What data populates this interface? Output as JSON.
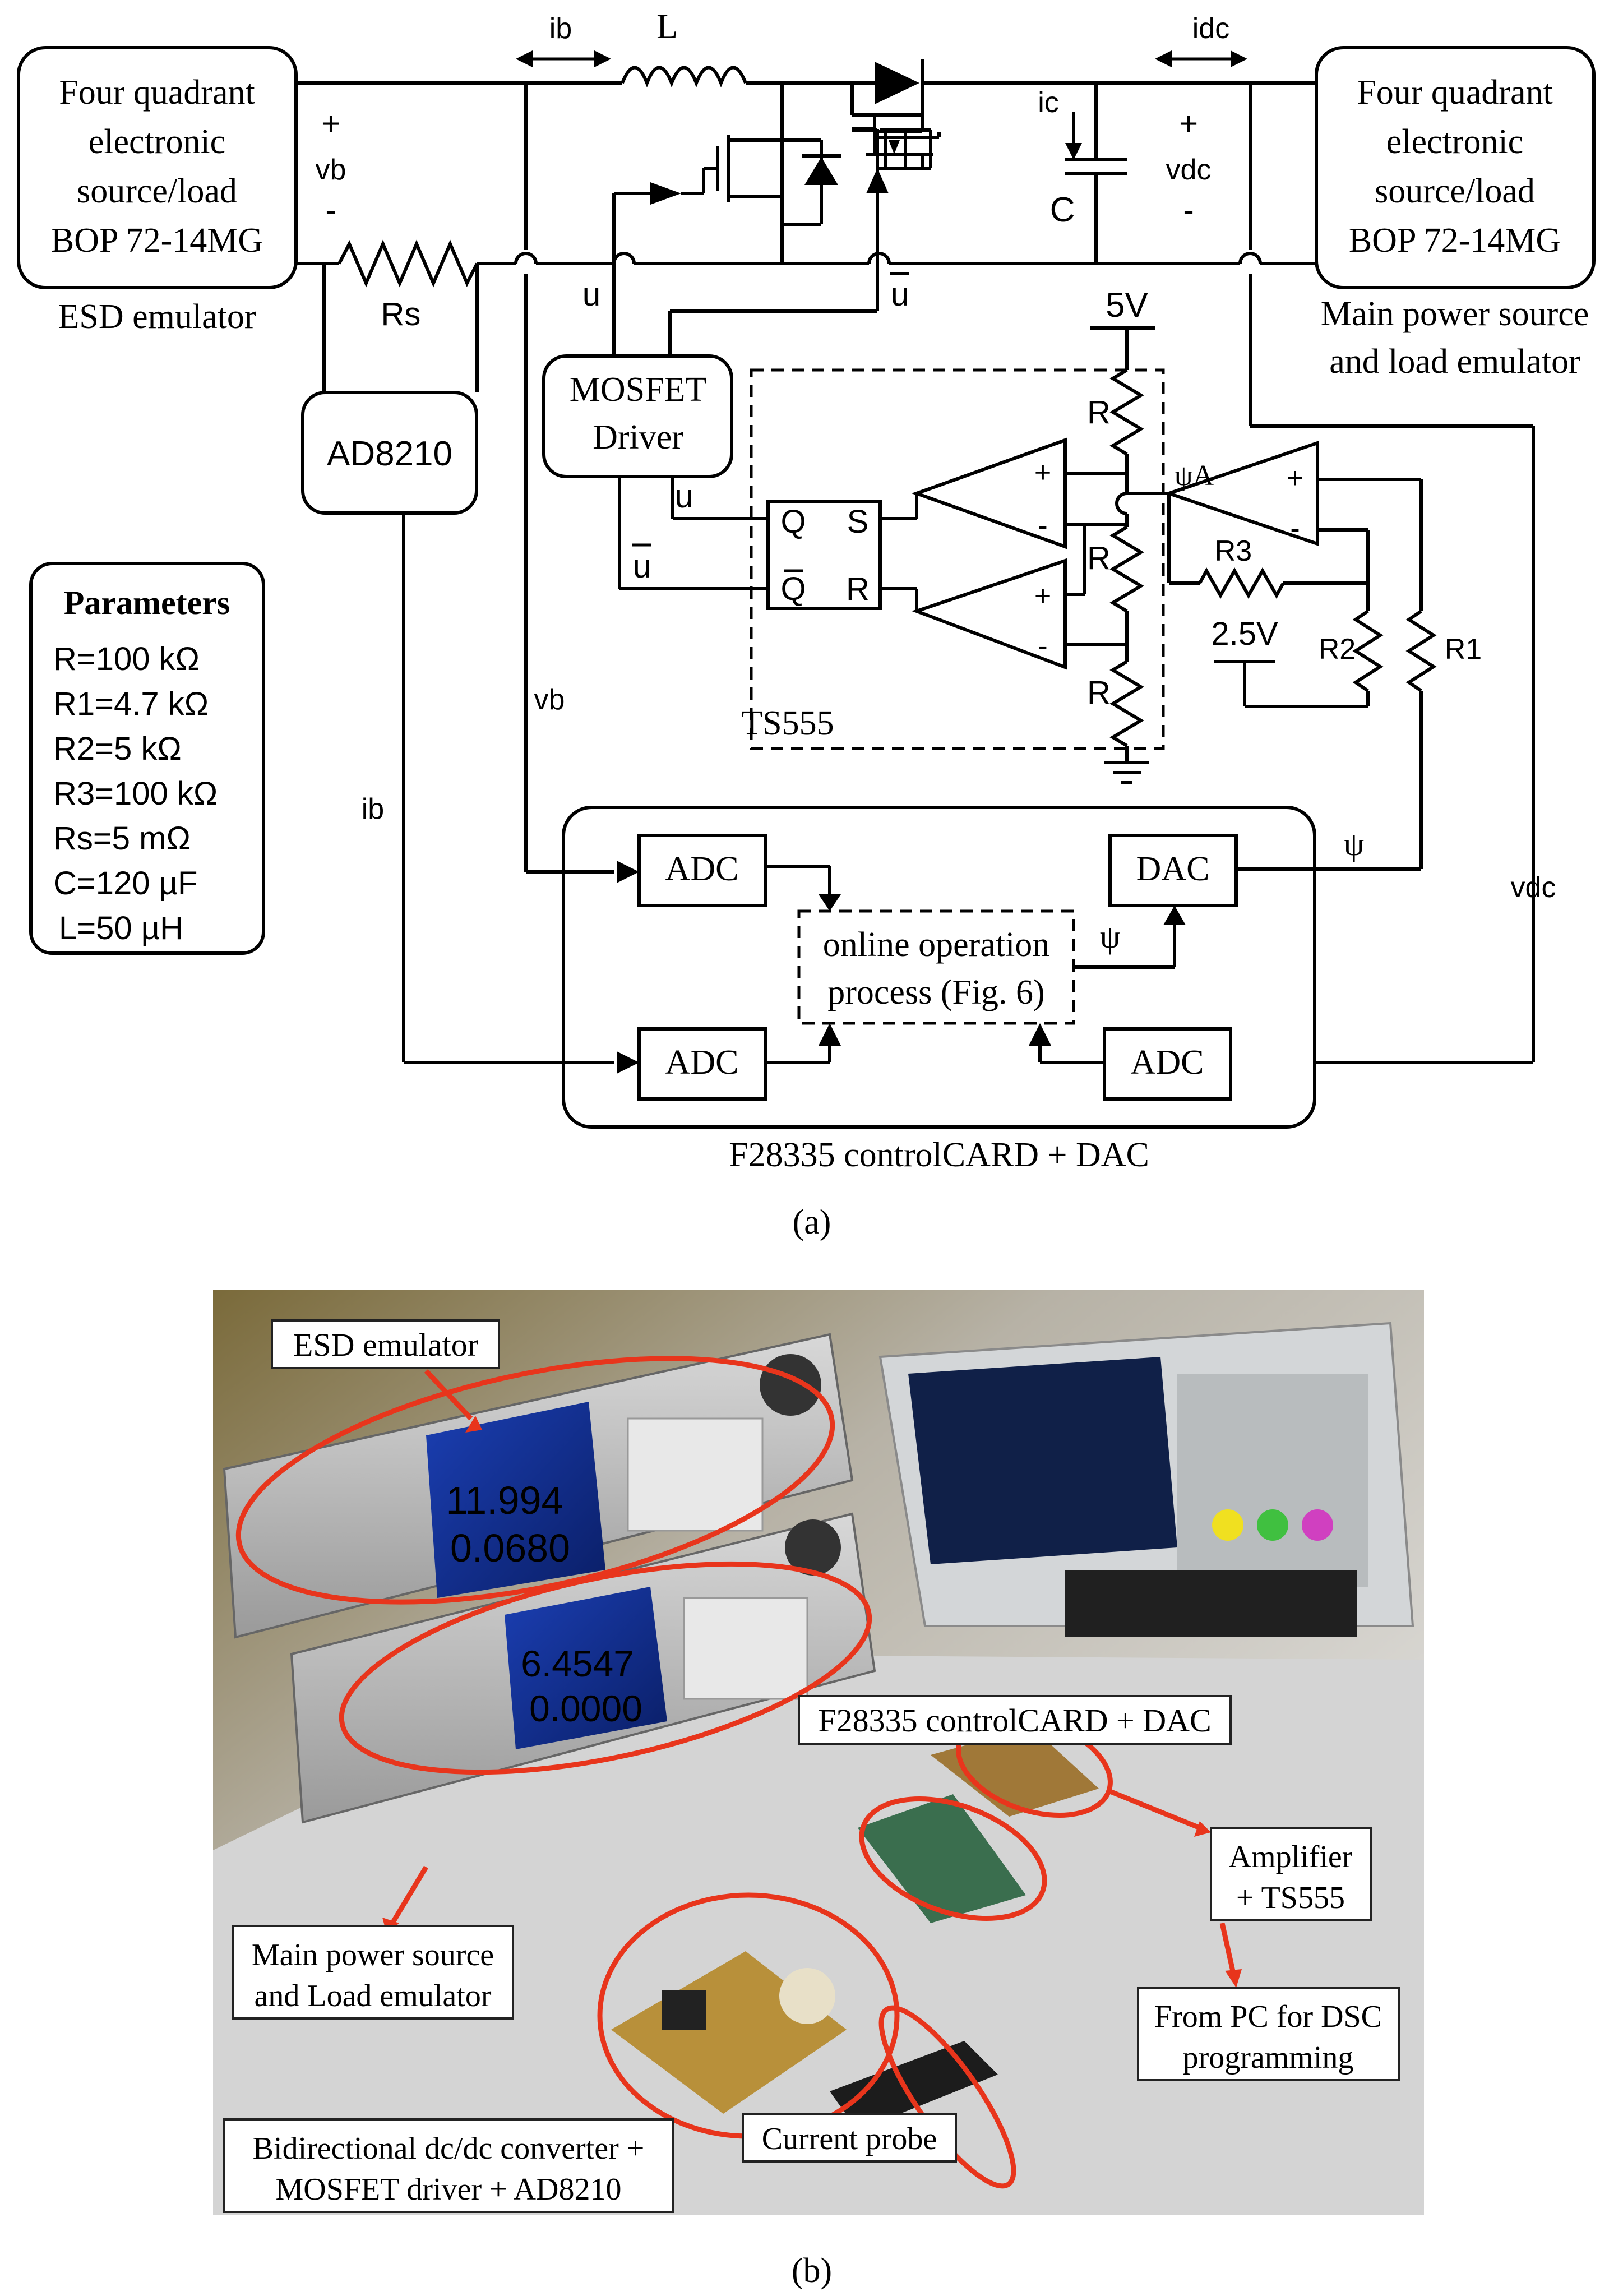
{
  "schematic": {
    "esd_block": [
      "Four quadrant",
      "electronic",
      "source/load",
      "BOP 72-14MG"
    ],
    "esd_caption": "ESD emulator",
    "main_block": [
      "Four quadrant",
      "electronic",
      "source/load",
      "BOP 72-14MG"
    ],
    "main_caption": [
      "Main power source",
      "and load emulator"
    ],
    "plus": "+",
    "minus": "-",
    "vb": "vb",
    "vdc": "vdc",
    "ib": "ib",
    "idc": "idc",
    "ic": "ic",
    "L": "L",
    "C": "C",
    "Rs": "Rs",
    "u": "u",
    "ubar": "u",
    "five_v": "5V",
    "psiA": "ψA",
    "R": "R",
    "R1": "R1",
    "R2": "R2",
    "R3": "R3",
    "two_five_v": "2.5V",
    "ad8210": "AD8210",
    "driver": [
      "MOSFET",
      "Driver"
    ],
    "ts555": "TS555",
    "ff": {
      "Q": "Q",
      "S": "S",
      "Qbar": "Q",
      "R": "R"
    },
    "parameters_title": "Parameters",
    "parameters": [
      "R=100 kΩ",
      "R1=4.7 kΩ",
      "R2=5 kΩ",
      "R3=100 kΩ",
      "Rs=5 mΩ",
      "C=120 µF",
      "L=50 µH"
    ],
    "adc": "ADC",
    "dac": "DAC",
    "psi": "ψ",
    "process": [
      "online operation",
      "process (Fig. 6)"
    ],
    "card": "F28335 controlCARD + DAC",
    "caption_a": "(a)"
  },
  "photo": {
    "labels": {
      "esd": "ESD emulator",
      "main": [
        "Main power source",
        "and Load emulator"
      ],
      "f28335": "F28335 controlCARD + DAC",
      "amplifier": [
        "Amplifier",
        "+ TS555"
      ],
      "pc": [
        "From PC for DSC",
        "programming"
      ],
      "bidir": [
        "Bidirectional dc/dc converter +",
        "MOSFET driver + AD8210"
      ],
      "probe": "Current probe"
    },
    "display_top": [
      "11.994",
      "0.0680"
    ],
    "display_bottom": [
      "6.4547",
      "0.0000"
    ],
    "caption_b": "(b)"
  }
}
